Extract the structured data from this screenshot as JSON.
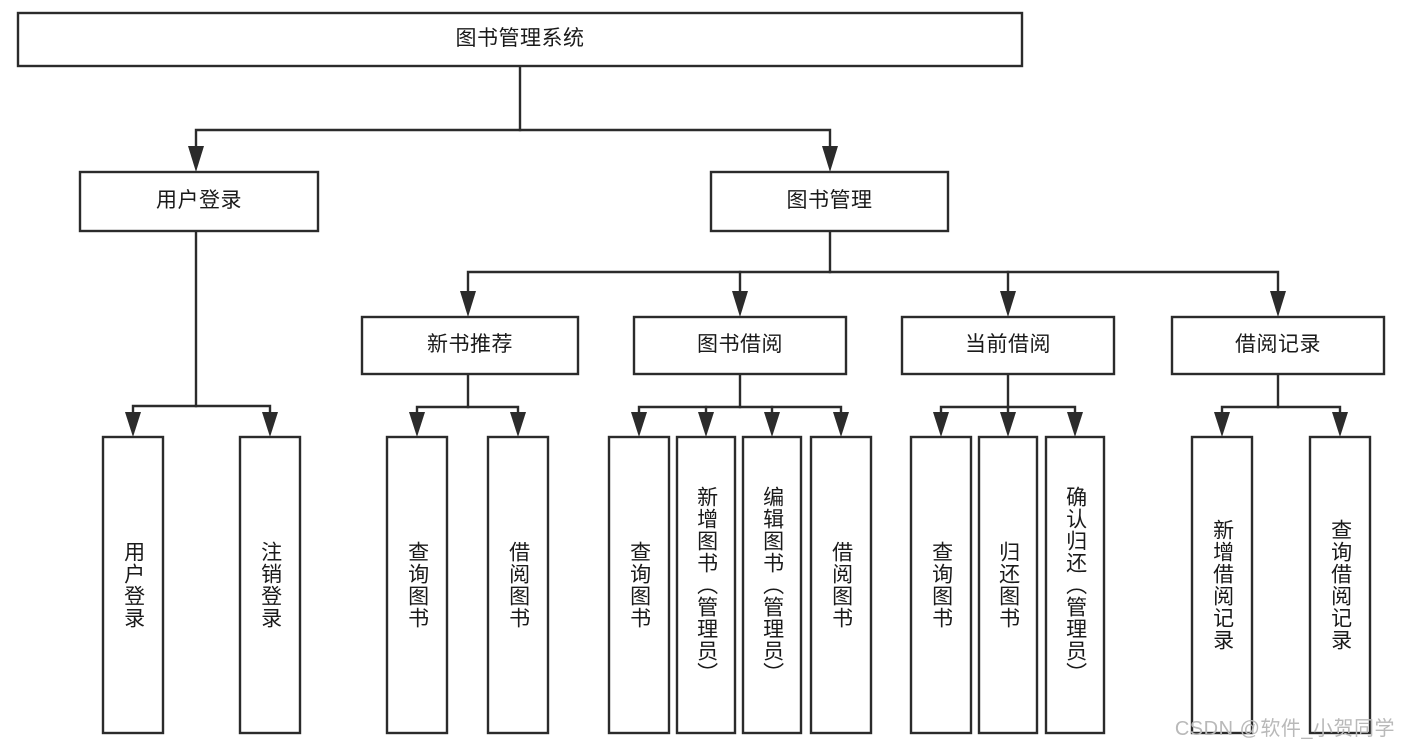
{
  "diagram": {
    "type": "tree-hierarchy",
    "title": "图书管理系统",
    "watermark": "CSDN @软件_小贺同学",
    "colors": {
      "stroke": "#2b2b2b",
      "fill": "#ffffff",
      "text": "#1a1a1a",
      "watermark": "#b9b9b9",
      "background": "#ffffff"
    },
    "levels": {
      "root": {
        "label": "图书管理系统"
      },
      "level2": [
        {
          "id": "user-login",
          "label": "用户登录"
        },
        {
          "id": "book-management",
          "label": "图书管理"
        }
      ],
      "level3": [
        {
          "id": "new-book-recommend",
          "label": "新书推荐",
          "parent": "book-management"
        },
        {
          "id": "book-borrow",
          "label": "图书借阅",
          "parent": "book-management"
        },
        {
          "id": "current-borrow",
          "label": "当前借阅",
          "parent": "book-management"
        },
        {
          "id": "borrow-record",
          "label": "借阅记录",
          "parent": "book-management"
        }
      ],
      "leaves": [
        {
          "id": "leaf-user-login",
          "label": "用户登录",
          "parent": "user-login"
        },
        {
          "id": "leaf-logout",
          "label": "注销登录",
          "parent": "user-login"
        },
        {
          "id": "leaf-query-book-1",
          "label": "查询图书",
          "parent": "new-book-recommend"
        },
        {
          "id": "leaf-borrow-book-1",
          "label": "借阅图书",
          "parent": "new-book-recommend"
        },
        {
          "id": "leaf-query-book-2",
          "label": "查询图书",
          "parent": "book-borrow"
        },
        {
          "id": "leaf-add-book",
          "label": "新增图书（管理员）",
          "parent": "book-borrow"
        },
        {
          "id": "leaf-edit-book",
          "label": "编辑图书（管理员）",
          "parent": "book-borrow"
        },
        {
          "id": "leaf-borrow-book-2",
          "label": "借阅图书",
          "parent": "book-borrow"
        },
        {
          "id": "leaf-query-book-3",
          "label": "查询图书",
          "parent": "current-borrow"
        },
        {
          "id": "leaf-return-book",
          "label": "归还图书",
          "parent": "current-borrow"
        },
        {
          "id": "leaf-confirm-return",
          "label": "确认归还（管理员）",
          "parent": "current-borrow"
        },
        {
          "id": "leaf-add-record",
          "label": "新增借阅记录",
          "parent": "borrow-record"
        },
        {
          "id": "leaf-query-record",
          "label": "查询借阅记录",
          "parent": "borrow-record"
        }
      ]
    }
  }
}
